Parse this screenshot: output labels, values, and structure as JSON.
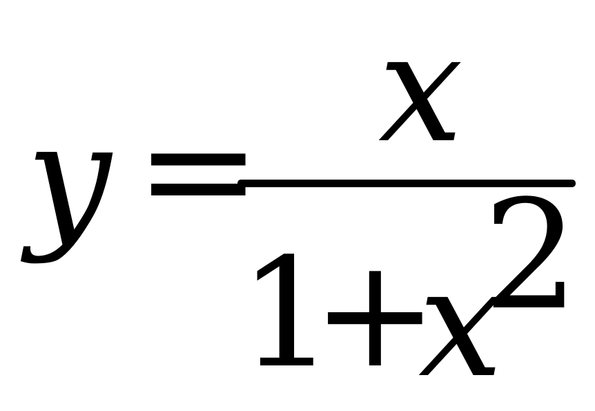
{
  "formula": {
    "lhs": "y",
    "equals": "=",
    "numerator": "x",
    "denominator": {
      "one": "1",
      "plus": "+",
      "base": "x",
      "exponent": "2"
    }
  }
}
